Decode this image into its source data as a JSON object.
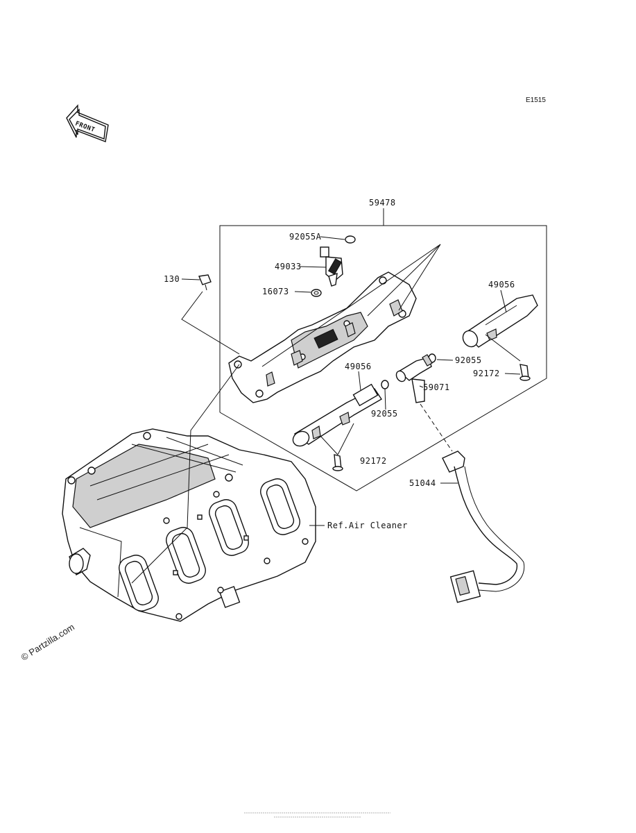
{
  "diagram_code": "E1515",
  "front_arrow_label": "FRONT",
  "watermark": "© Partzilla.com",
  "parts": {
    "p59478": "59478",
    "p92055A": "92055A",
    "p49033": "49033",
    "p130": "130",
    "p16073": "16073",
    "p49056_right": "49056",
    "p92055_right": "92055",
    "p92172_right": "92172",
    "p49056_center": "49056",
    "p59071": "59071",
    "p92055_center": "92055",
    "p92172_bottom": "92172",
    "p51044": "51044"
  },
  "ref_air_cleaner": "Ref.Air Cleaner"
}
